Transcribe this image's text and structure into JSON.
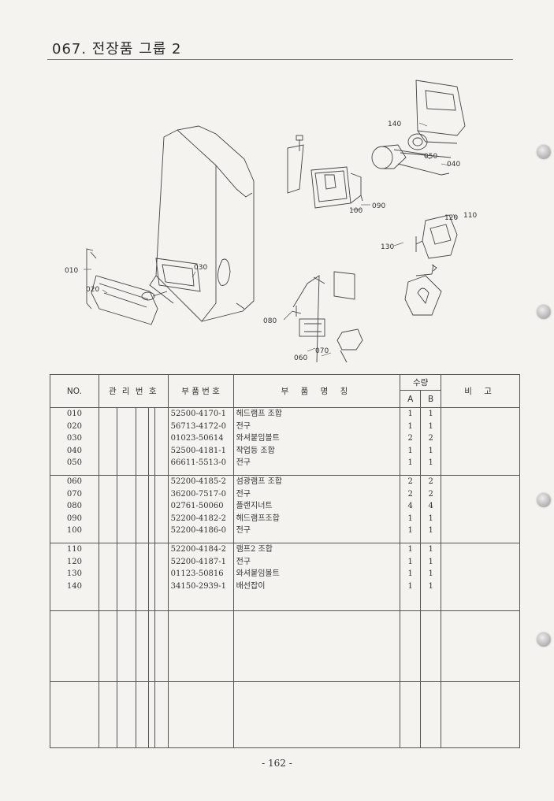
{
  "page": {
    "title": "067. 전장품 그룹 2",
    "page_number": "- 162 -"
  },
  "diagram": {
    "callouts": [
      "010",
      "020",
      "030",
      "040",
      "050",
      "060",
      "070",
      "080",
      "090",
      "100",
      "110",
      "120",
      "130",
      "140"
    ]
  },
  "table": {
    "headers": {
      "no": "NO.",
      "mgmt": "관 리 번 호",
      "part_no": "부 품 번 호",
      "part_name": "부 품 명 칭",
      "qty": "수량",
      "qty_a": "A",
      "qty_b": "B",
      "remarks": "비 고"
    },
    "groups": [
      {
        "no": [
          "010",
          "020",
          "030",
          "040",
          "050"
        ],
        "part_no": [
          "52500-4170-1",
          "56713-4172-0",
          "01023-50614",
          "52500-4181-1",
          "66611-5513-0"
        ],
        "part_name": [
          "헤드램프 조합",
          "전구",
          "와셔붙임볼트",
          "작업등 조합",
          "전구"
        ],
        "qty_a": [
          "1",
          "1",
          "2",
          "1",
          "1"
        ],
        "qty_b": [
          "1",
          "1",
          "2",
          "1",
          "1"
        ]
      },
      {
        "no": [
          "060",
          "070",
          "080",
          "090",
          "100"
        ],
        "part_no": [
          "52200-4185-2",
          "36200-7517-0",
          "02761-50060",
          "52200-4182-2",
          "52200-4186-0"
        ],
        "part_name": [
          "섬광램프 조합",
          "전구",
          "플랜지너트",
          "헤드램프조합",
          "전구"
        ],
        "qty_a": [
          "2",
          "2",
          "4",
          "1",
          "1"
        ],
        "qty_b": [
          "2",
          "2",
          "4",
          "1",
          "1"
        ]
      },
      {
        "no": [
          "110",
          "120",
          "130",
          "140"
        ],
        "part_no": [
          "52200-4184-2",
          "52200-4187-1",
          "01123-50816",
          "34150-2939-1"
        ],
        "part_name": [
          "램프2 조합",
          "전구",
          "와셔붙임볼트",
          "배선잡이"
        ],
        "qty_a": [
          "1",
          "1",
          "1",
          "1"
        ],
        "qty_b": [
          "1",
          "1",
          "1",
          "1"
        ]
      }
    ]
  }
}
